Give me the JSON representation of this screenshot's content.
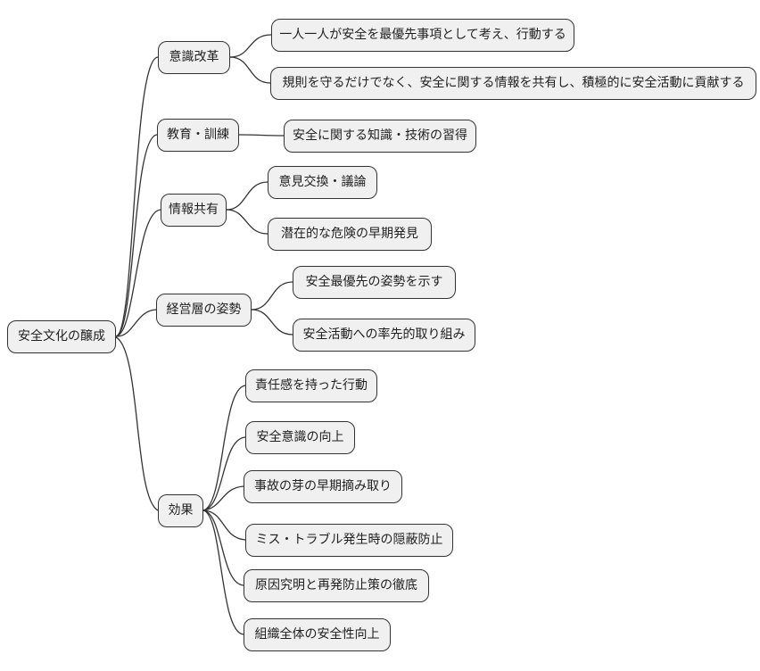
{
  "colors": {
    "background": "#ffffff",
    "node_fill": "#f0f0f0",
    "node_border": "#333333",
    "edge": "#333333",
    "text": "#1f1f1f"
  },
  "mindmap": {
    "type": "mindmap-diagram",
    "root": {
      "label": "安全文化の醸成"
    },
    "branches": [
      {
        "label": "意識改革",
        "children": [
          "一人一人が安全を最優先事項として考え、行動する",
          "規則を守るだけでなく、安全に関する情報を共有し、積極的に安全活動に貢献する"
        ]
      },
      {
        "label": "教育・訓練",
        "children": [
          "安全に関する知識・技術の習得"
        ]
      },
      {
        "label": "情報共有",
        "children": [
          "意見交換・議論",
          "潜在的な危険の早期発見"
        ]
      },
      {
        "label": "経営層の姿勢",
        "children": [
          "安全最優先の姿勢を示す",
          "安全活動への率先的取り組み"
        ]
      },
      {
        "label": "効果",
        "children": [
          "責任感を持った行動",
          "安全意識の向上",
          "事故の芽の早期摘み取り",
          "ミス・トラブル発生時の隠蔽防止",
          "原因究明と再発防止策の徹底",
          "組織全体の安全性向上"
        ]
      }
    ]
  }
}
